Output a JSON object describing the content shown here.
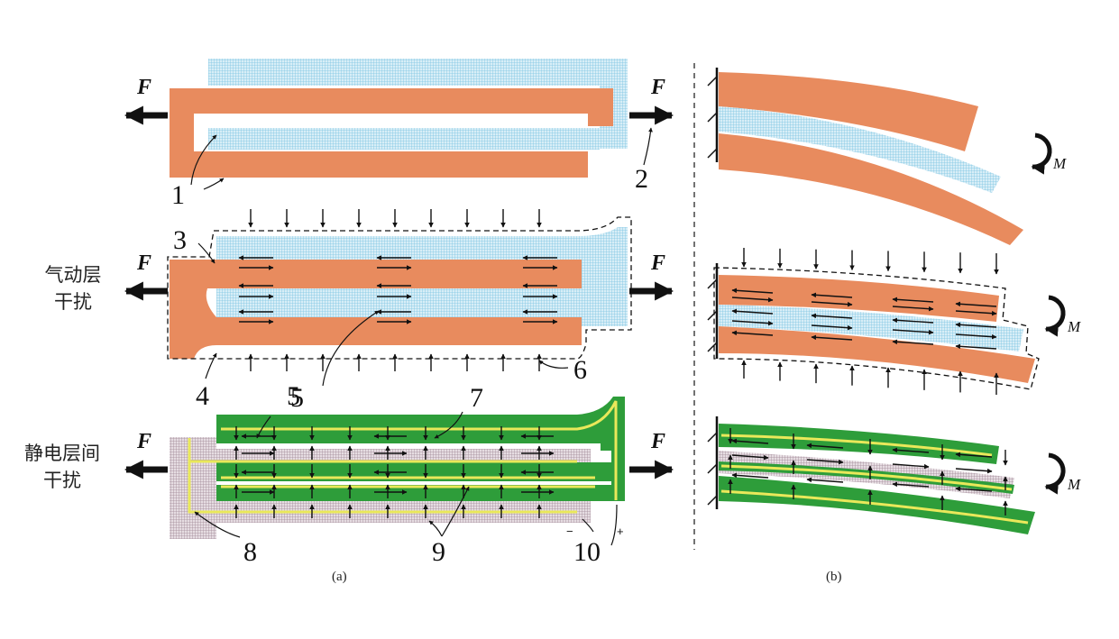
{
  "side_labels": {
    "pneumatic": [
      "气动层",
      "干扰"
    ],
    "electrostatic": [
      "静电层间",
      "干扰"
    ]
  },
  "force_label": "F",
  "moment_label": "M",
  "numbers": [
    "1",
    "2",
    "3",
    "4",
    "5",
    "6",
    "7",
    "8",
    "9",
    "10"
  ],
  "polarity": {
    "minus": "−",
    "plus": "+"
  },
  "captions": {
    "a": "(a)",
    "b": "(b)"
  },
  "colors": {
    "orange": "#E88B5E",
    "blue_mesh": "#9FD3E8",
    "green": "#2E9D3A",
    "yellow": "#E9E85A",
    "purple_mesh": "#B9A3AF"
  }
}
